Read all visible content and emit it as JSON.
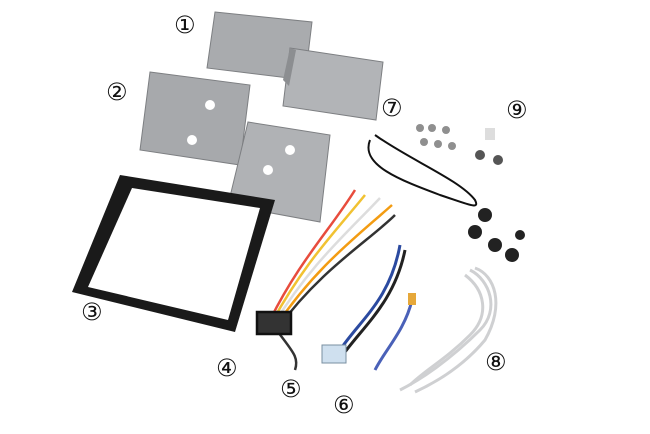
{
  "labels": {
    "n1": "①",
    "n2": "②",
    "n3": "③",
    "n4": "④",
    "n5": "⑤",
    "n6": "⑥",
    "n7": "⑦",
    "n8": "⑧",
    "n9": "⑨"
  },
  "colors": {
    "bracket": "#a9abae",
    "frame": "#1a1a1a",
    "cable": "#d9dadc"
  }
}
